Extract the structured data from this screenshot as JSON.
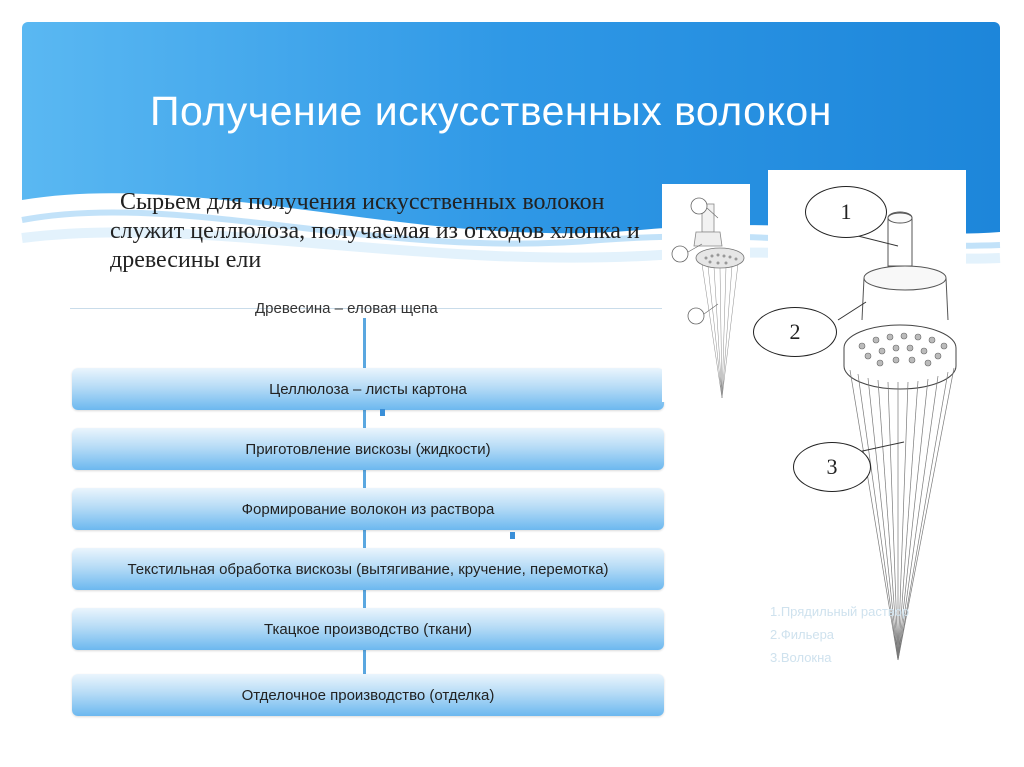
{
  "slide": {
    "title": "Получение искусственных волокон",
    "intro_text": "Сырьем для получения искусственных волокон служит целлюлоза, получаемая из отходов хлопка  и древесины ели"
  },
  "flowchart": {
    "top_label": "Древесина – еловая щепа",
    "steps": [
      "Целлюлоза – листы картона",
      "Приготовление вискозы (жидкости)",
      "Формирование волокон из раствора",
      "Текстильная обработка вискозы (вытягивание, кручение, перемотка)",
      "Ткацкое производство (ткани)",
      "Отделочное производство (отделка)"
    ]
  },
  "diagram": {
    "callouts": [
      "1",
      "2",
      "3"
    ],
    "legend": [
      "1.Прядильный раствор",
      "2.Фильера",
      "3.Волокна"
    ]
  },
  "colors": {
    "header_blue": "#2f8fe0",
    "step_gradient_end": "#6cb8ef",
    "spine": "#5aa7e0"
  }
}
